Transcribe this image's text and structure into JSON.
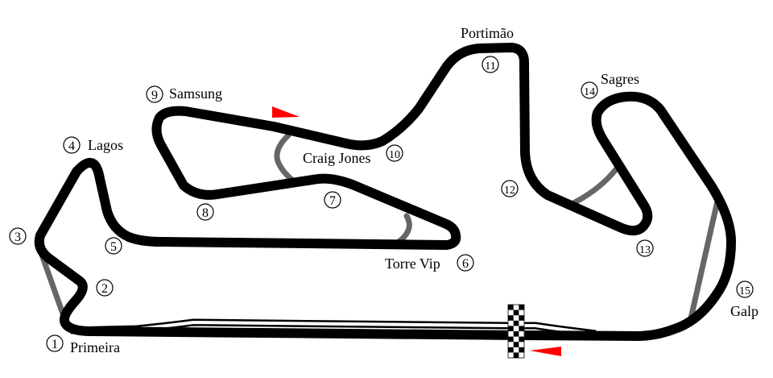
{
  "title": "Autódromo Internacional do Algarve layout",
  "colors": {
    "track": "#000000",
    "alt_track": "#666666",
    "flag": "#ff0000"
  },
  "corners": [
    {
      "num": "1",
      "name": "Primeira"
    },
    {
      "num": "2",
      "name": ""
    },
    {
      "num": "3",
      "name": ""
    },
    {
      "num": "4",
      "name": "Lagos"
    },
    {
      "num": "5",
      "name": ""
    },
    {
      "num": "6",
      "name": "Torre Vip"
    },
    {
      "num": "7",
      "name": ""
    },
    {
      "num": "8",
      "name": ""
    },
    {
      "num": "9",
      "name": "Samsung"
    },
    {
      "num": "10",
      "name": "Craig Jones"
    },
    {
      "num": "11",
      "name": "Portimão"
    },
    {
      "num": "12",
      "name": ""
    },
    {
      "num": "13",
      "name": ""
    },
    {
      "num": "14",
      "name": "Sagres"
    },
    {
      "num": "15",
      "name": "Galp"
    }
  ],
  "icons": [
    "checkered-flag-icon",
    "direction-arrow-icon"
  ]
}
